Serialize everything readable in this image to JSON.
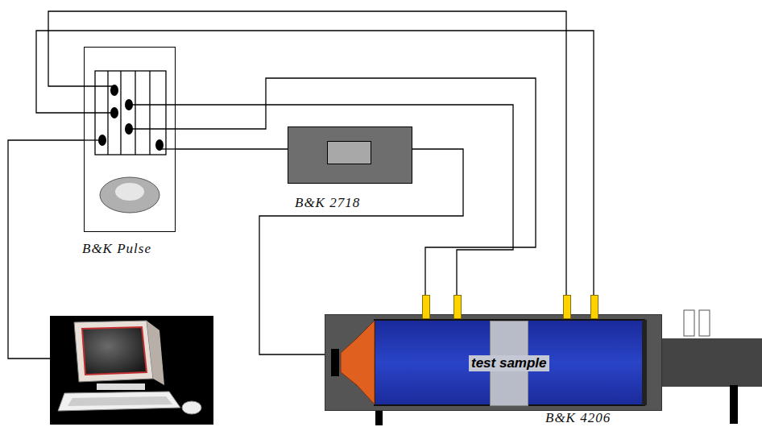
{
  "diagram": {
    "nodes": [
      {
        "text": [
          "B&K Pulse"
        ]
      },
      {
        "text": [
          "B&K 2718"
        ]
      },
      {
        "text": [
          "B&K 4206"
        ]
      },
      {
        "text": [
          "test sample"
        ],
        "in": 2
      }
    ],
    "edges": [
      {
        "from": 0,
        "to": 2,
        "arrow": "none"
      },
      {
        "from": 0,
        "to": 2,
        "arrow": "none"
      },
      {
        "from": 0,
        "to": 2,
        "arrow": "none"
      },
      {
        "from": 0,
        "to": 2,
        "arrow": "none"
      },
      {
        "from": 0,
        "to": 1,
        "arrow": "none"
      },
      {
        "from": 1,
        "to": 2,
        "arrow": "none"
      }
    ]
  }
}
